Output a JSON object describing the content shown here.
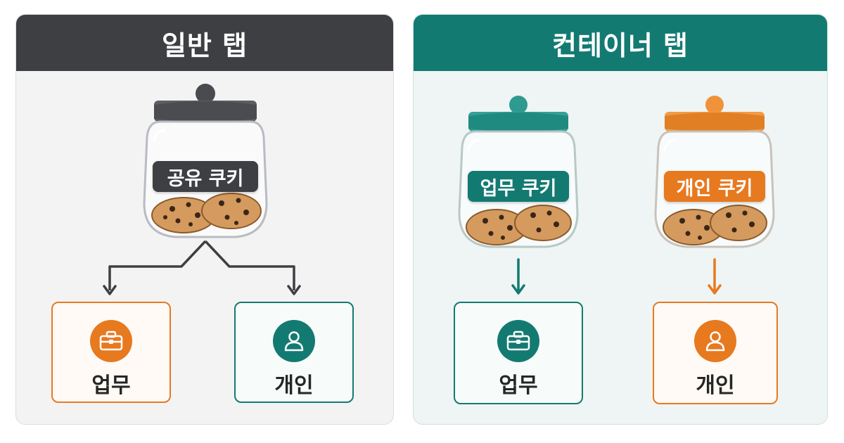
{
  "left_panel": {
    "title": "일반 탭",
    "jar_label": "공유 쿠키",
    "cards": [
      {
        "label": "업무",
        "icon": "briefcase-icon"
      },
      {
        "label": "개인",
        "icon": "person-icon"
      }
    ]
  },
  "right_panel": {
    "title": "컨테이너 탭",
    "jars": [
      {
        "label": "업무 쿠키",
        "icon": "briefcase-icon"
      },
      {
        "label": "개인 쿠키",
        "icon": "person-icon"
      }
    ],
    "cards": [
      {
        "label": "업무",
        "icon": "briefcase-icon"
      },
      {
        "label": "개인",
        "icon": "person-icon"
      }
    ]
  },
  "colors": {
    "dark": "#3e3f42",
    "teal": "#137a72",
    "orange": "#e7791f",
    "cookie": "#d59a5e",
    "chip": "#3a2618"
  }
}
